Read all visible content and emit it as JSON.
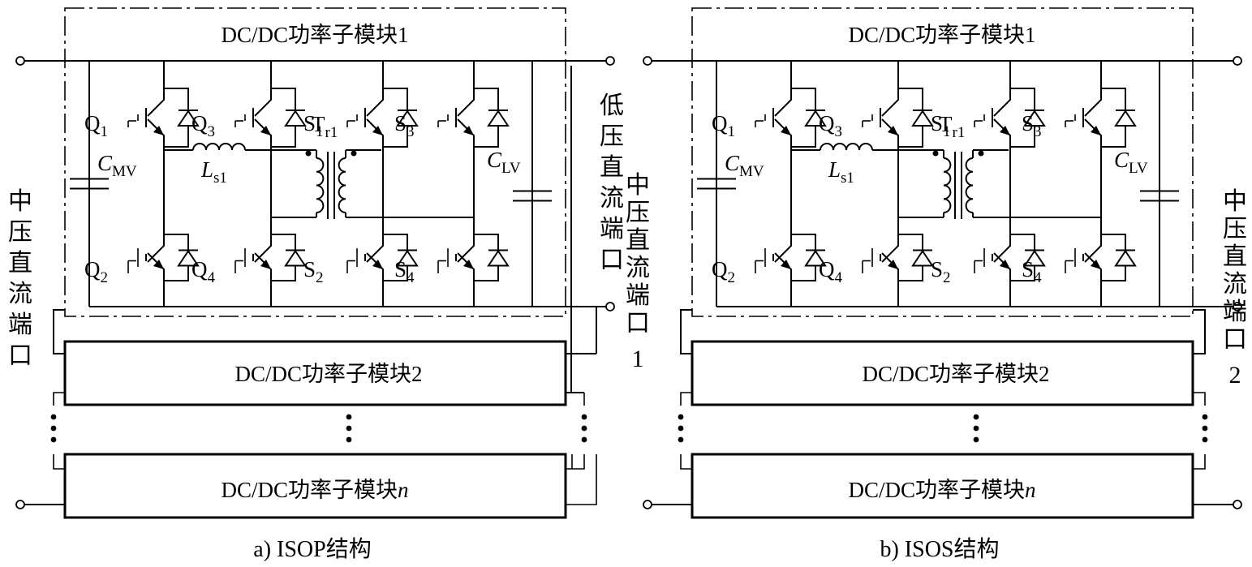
{
  "colors": {
    "ink": "#000000",
    "background": "#ffffff"
  },
  "panels": [
    {
      "caption": "a) ISOP结构",
      "module_title": "DC/DC功率子模块1",
      "module2_label": "DC/DC功率子模块2",
      "modulen_prefix": "DC/DC功率子模块",
      "modulen_suffix": "n",
      "left_port": [
        "中",
        "压",
        "直",
        "流",
        "端",
        "口"
      ],
      "right_port": [
        "低",
        "压",
        "直",
        "流",
        "端",
        "口"
      ],
      "left_port_number": "",
      "right_port_number": ""
    },
    {
      "caption": "b) ISOS结构",
      "module_title": "DC/DC功率子模块1",
      "module2_label": "DC/DC功率子模块2",
      "modulen_prefix": "DC/DC功率子模块",
      "modulen_suffix": "n",
      "left_port": [
        "中",
        "压",
        "直",
        "流",
        "端",
        "口"
      ],
      "right_port": [
        "中",
        "压",
        "直",
        "流",
        "端",
        "口"
      ],
      "left_port_number": "1",
      "right_port_number": "2"
    }
  ],
  "components": {
    "primary_switches": [
      {
        "base": "Q",
        "sub": "1"
      },
      {
        "base": "Q",
        "sub": "3"
      },
      {
        "base": "Q",
        "sub": "2"
      },
      {
        "base": "Q",
        "sub": "4"
      }
    ],
    "secondary_switches": [
      {
        "base": "S",
        "sub": "1"
      },
      {
        "base": "S",
        "sub": "3"
      },
      {
        "base": "S",
        "sub": "2"
      },
      {
        "base": "S",
        "sub": "4"
      }
    ],
    "capacitor_mv": {
      "base": "C",
      "sub": "MV"
    },
    "capacitor_lv": {
      "base": "C",
      "sub": "LV"
    },
    "inductor": {
      "base": "L",
      "sub": "s1"
    },
    "transformer": {
      "base": "T",
      "sub": "r1"
    }
  }
}
